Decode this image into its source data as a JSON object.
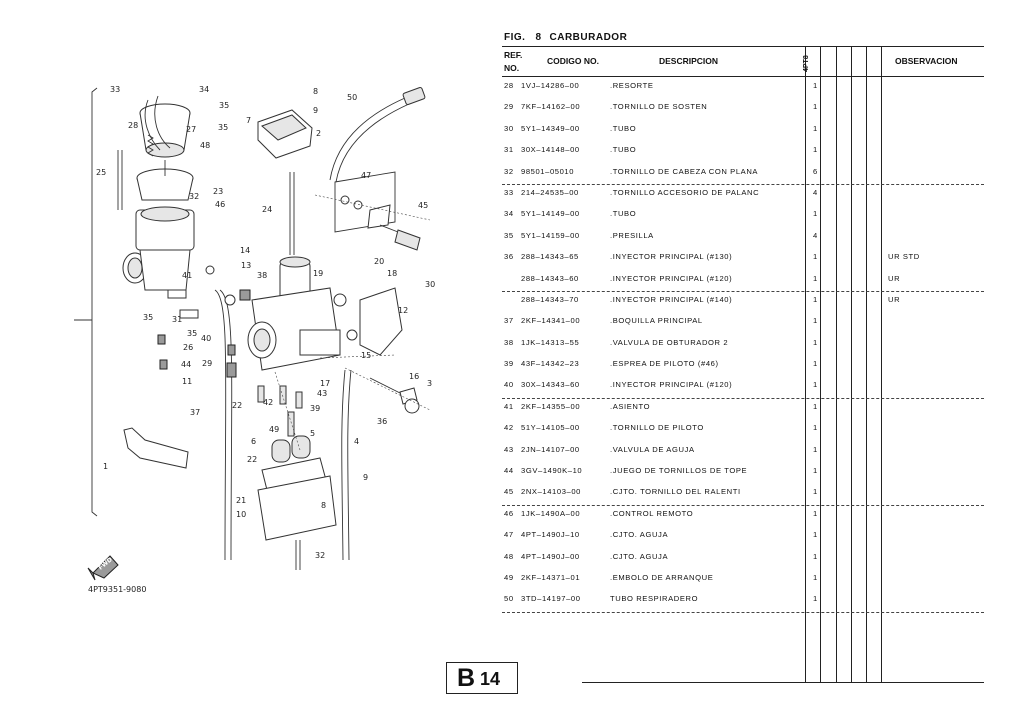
{
  "figure": {
    "label": "FIG.",
    "number": "8",
    "title": "CARBURADOR",
    "diagram_code": "4PT9351-9080",
    "fwd_label": "FWD"
  },
  "diagram": {
    "callouts": [
      "33",
      "34",
      "35",
      "8",
      "9",
      "50",
      "7",
      "2",
      "35",
      "28",
      "27",
      "48",
      "25",
      "23",
      "32",
      "46",
      "47",
      "24",
      "45",
      "14",
      "13",
      "38",
      "19",
      "20",
      "18",
      "30",
      "41",
      "35",
      "31",
      "35",
      "40",
      "26",
      "44",
      "29",
      "11",
      "12",
      "15",
      "16",
      "3",
      "43",
      "17",
      "42",
      "22",
      "37",
      "39",
      "49",
      "36",
      "5",
      "4",
      "6",
      "22",
      "9",
      "21",
      "8",
      "10",
      "32",
      "1"
    ]
  },
  "table": {
    "headers": {
      "ref_line1": "REF.",
      "ref_line2": "NO.",
      "code": "CODIGO NO.",
      "description": "DESCRIPCION",
      "qty": "4PT8",
      "observation": "OBSERVACION"
    },
    "rows": [
      {
        "ref": "28",
        "code": "1VJ–14286–00",
        "desc": ".RESORTE",
        "qty": "1",
        "obs": ""
      },
      {
        "ref": "29",
        "code": "7KF–14162–00",
        "desc": ".TORNILLO DE SOSTEN",
        "qty": "1",
        "obs": ""
      },
      {
        "ref": "30",
        "code": "5Y1–14349–00",
        "desc": ".TUBO",
        "qty": "1",
        "obs": ""
      },
      {
        "ref": "31",
        "code": "30X–14148–00",
        "desc": ".TUBO",
        "qty": "1",
        "obs": ""
      },
      {
        "ref": "32",
        "code": "98501–05010",
        "desc": ".TORNILLO  DE CABEZA CON PLANA",
        "qty": "6",
        "obs": ""
      },
      {
        "ref": "33",
        "code": "214–24535–00",
        "desc": ".TORNILLO  ACCESORIO DE PALANC",
        "qty": "4",
        "obs": ""
      },
      {
        "ref": "34",
        "code": "5Y1–14149–00",
        "desc": ".TUBO",
        "qty": "1",
        "obs": ""
      },
      {
        "ref": "35",
        "code": "5Y1–14159–00",
        "desc": ".PRESILLA",
        "qty": "4",
        "obs": ""
      },
      {
        "ref": "36",
        "code": "288–14343–65",
        "desc": ".INYECTOR  PRINCIPAL (#130)",
        "qty": "1",
        "obs": "UR STD"
      },
      {
        "ref": "",
        "code": "288–14343–60",
        "desc": ".INYECTOR  PRINCIPAL (#120)",
        "qty": "1",
        "obs": "UR"
      },
      {
        "ref": "",
        "code": "288–14343–70",
        "desc": ".INYECTOR  PRINCIPAL (#140)",
        "qty": "1",
        "obs": "UR"
      },
      {
        "ref": "37",
        "code": "2KF–14341–00",
        "desc": ".BOQUILLA  PRINCIPAL",
        "qty": "1",
        "obs": ""
      },
      {
        "ref": "38",
        "code": "1JK–14313–55",
        "desc": ".VALVULA  DE OBTURADOR 2",
        "qty": "1",
        "obs": ""
      },
      {
        "ref": "39",
        "code": "43F–14342–23",
        "desc": ".ESPREA DE PILOTO (#46)",
        "qty": "1",
        "obs": ""
      },
      {
        "ref": "40",
        "code": "30X–14343–60",
        "desc": ".INYECTOR  PRINCIPAL (#120)",
        "qty": "1",
        "obs": ""
      },
      {
        "ref": "41",
        "code": "2KF–14355–00",
        "desc": ".ASIENTO",
        "qty": "1",
        "obs": ""
      },
      {
        "ref": "42",
        "code": "51Y–14105–00",
        "desc": ".TORNILLO DE PILOTO",
        "qty": "1",
        "obs": ""
      },
      {
        "ref": "43",
        "code": "2JN–14107–00",
        "desc": ".VALVULA DE AGUJA",
        "qty": "1",
        "obs": ""
      },
      {
        "ref": "44",
        "code": "3GV–1490K–10",
        "desc": ".JUEGO DE TORNILLOS DE TOPE",
        "qty": "1",
        "obs": ""
      },
      {
        "ref": "45",
        "code": "2NX–14103–00",
        "desc": ".CJTO. TORNILLO DEL RALENTI",
        "qty": "1",
        "obs": ""
      },
      {
        "ref": "46",
        "code": "1JK–1490A–00",
        "desc": ".CONTROL REMOTO",
        "qty": "1",
        "obs": ""
      },
      {
        "ref": "47",
        "code": "4PT–1490J–10",
        "desc": ".CJTO. AGUJA",
        "qty": "1",
        "obs": ""
      },
      {
        "ref": "48",
        "code": "4PT–1490J–00",
        "desc": ".CJTO. AGUJA",
        "qty": "1",
        "obs": ""
      },
      {
        "ref": "49",
        "code": "2KF–14371–01",
        "desc": ".EMBOLO  DE ARRANQUE",
        "qty": "1",
        "obs": ""
      },
      {
        "ref": "50",
        "code": "3TD–14197–00",
        "desc": "TUBO RESPIRADERO",
        "qty": "1",
        "obs": ""
      }
    ]
  },
  "page": {
    "letter": "B",
    "number": "14"
  }
}
